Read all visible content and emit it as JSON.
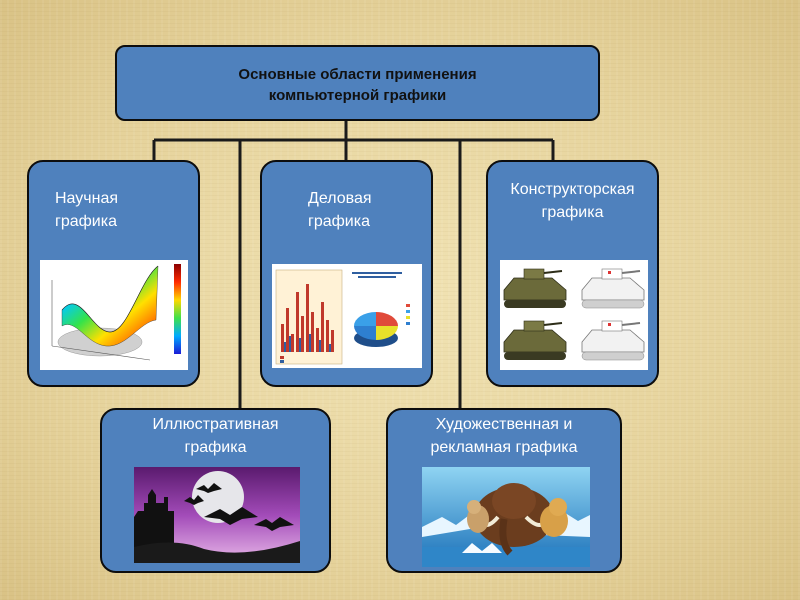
{
  "title": {
    "line1": "Основные области применения",
    "line2": "компьютерной графики"
  },
  "boxes": {
    "scientific": {
      "line1": "Научная",
      "line2": "графика"
    },
    "business": {
      "line1": "Деловая",
      "line2": "графика"
    },
    "engineering": {
      "line1": "Конструкторская",
      "line2": "графика"
    },
    "illustrative": {
      "line1": "Иллюстративная",
      "line2": "графика"
    },
    "artistic": {
      "line1": "Художественная и",
      "line2": "рекламная графика"
    }
  },
  "colors": {
    "box_fill": "#4f81bd",
    "box_border": "#0d0d0d",
    "connector": "#1a1a1a",
    "background": "#e9d9a6"
  },
  "images": {
    "scientific": "3d-surface-plot-image",
    "business": "bar-and-pie-chart-image",
    "engineering": "armored-vehicles-image",
    "illustrative": "castle-bats-moon-image",
    "artistic": "ice-age-cartoon-image"
  }
}
